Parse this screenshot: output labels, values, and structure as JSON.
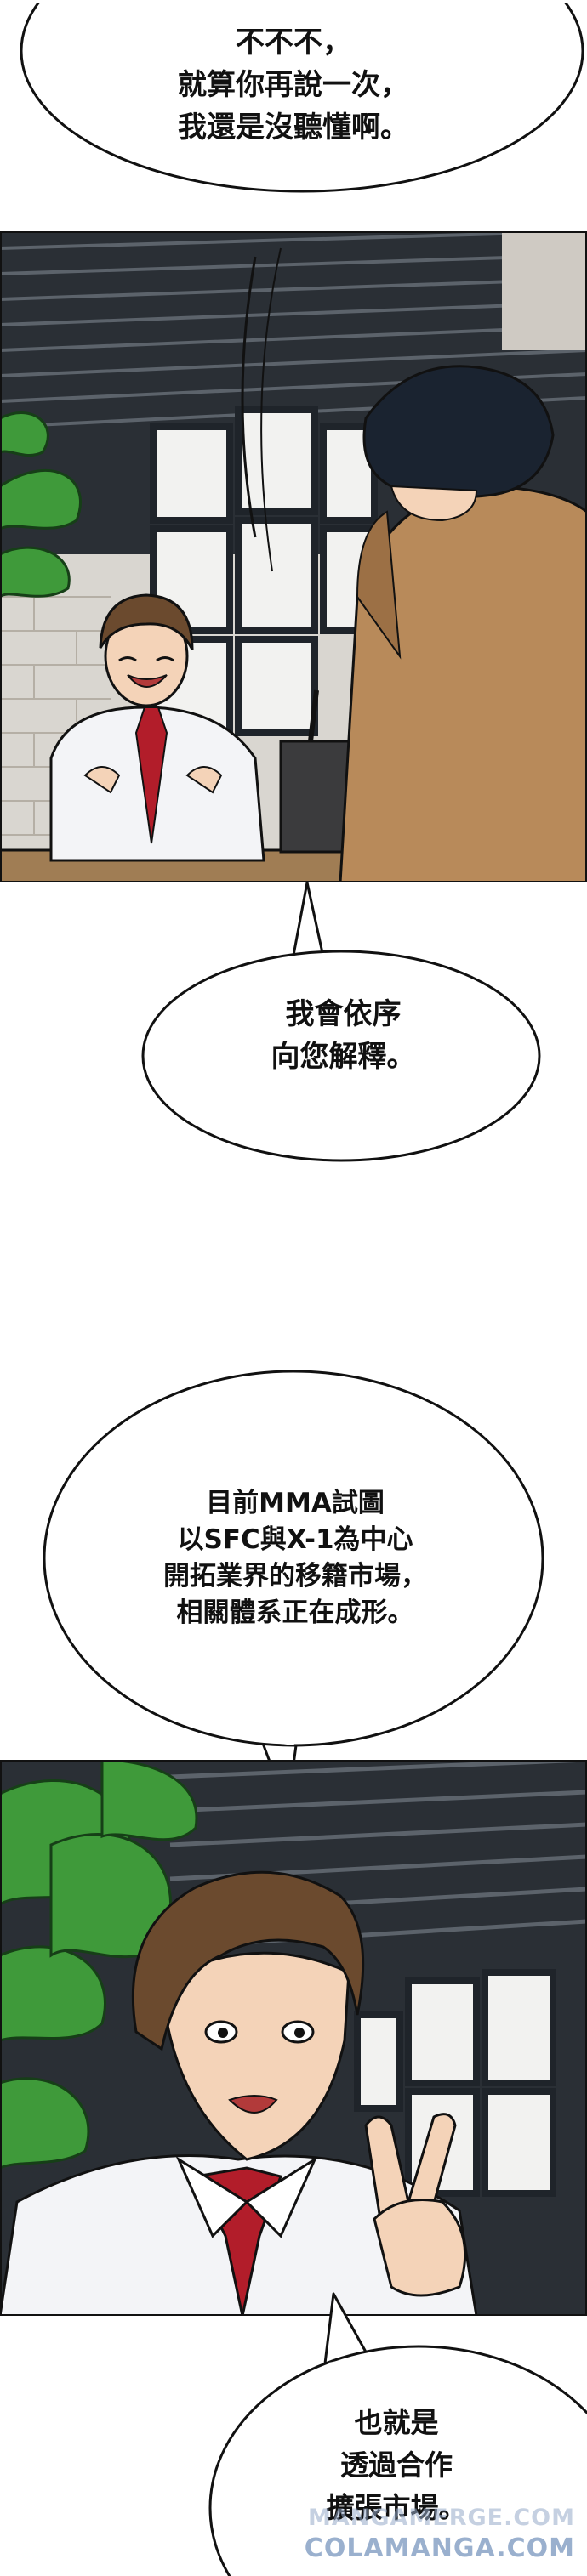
{
  "bubbles": [
    {
      "lines": [
        "不不不，",
        "就算你再說一次，",
        "我還是沒聽懂啊。"
      ]
    },
    {
      "lines": [
        "我會依序",
        "向您解釋。"
      ]
    },
    {
      "lines": [
        "目前MMA試圖",
        "以SFC與X-1為中心",
        "開拓業界的移籍市場，",
        "相關體系正在成形。"
      ]
    },
    {
      "lines": [
        "也就是",
        "透過合作",
        "擴張市場。"
      ]
    }
  ],
  "watermarks": [
    "MANGAMERGE.COM",
    "COLAMANGA.COM"
  ],
  "colors": {
    "ink": "#111111",
    "suit": "#b88a5a",
    "tie": "#b21d2a",
    "hair_brown": "#6b4a2e",
    "hair_dark": "#1a2330",
    "plant": "#3f9a3a",
    "window_dark": "#20252b"
  }
}
